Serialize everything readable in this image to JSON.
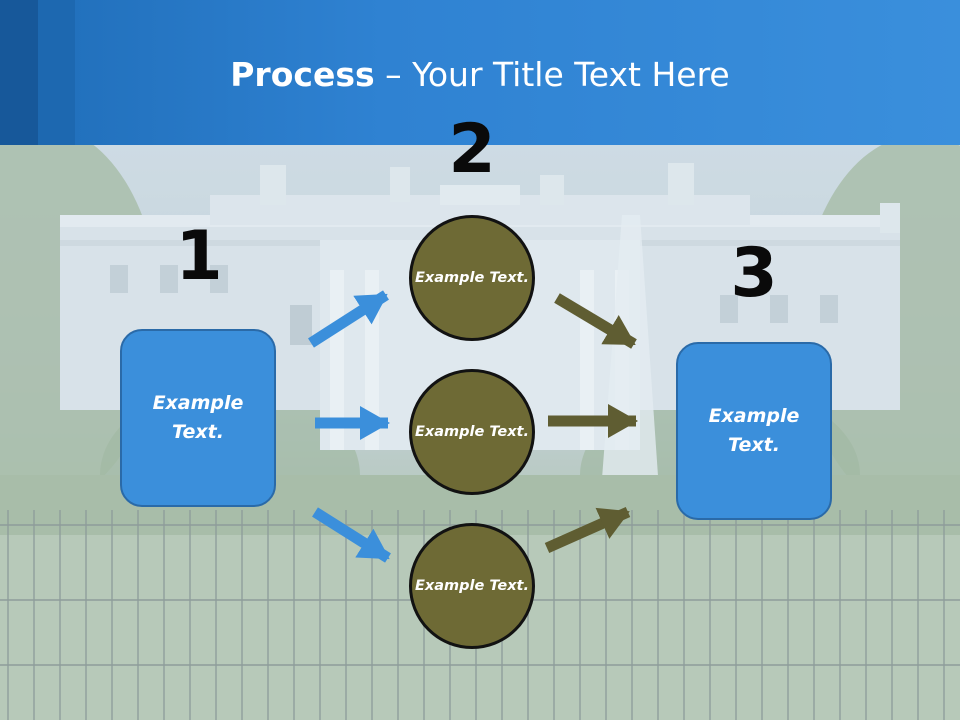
{
  "slide": {
    "title_bold": "Process",
    "title_rest": " – Your Title Text Here",
    "steps": [
      {
        "number": "1",
        "text": "Example Text."
      },
      {
        "number": "2",
        "items": [
          "Example Text.",
          "Example Text.",
          "Example Text."
        ]
      },
      {
        "number": "3",
        "text": "Example Text."
      }
    ]
  },
  "colors": {
    "header_blue": "#2f82d2",
    "box_blue": "#3b8fdb",
    "circle_olive": "#6e6a35",
    "arrow_blue": "#3b8fdb",
    "arrow_olive": "#5f5d32"
  }
}
